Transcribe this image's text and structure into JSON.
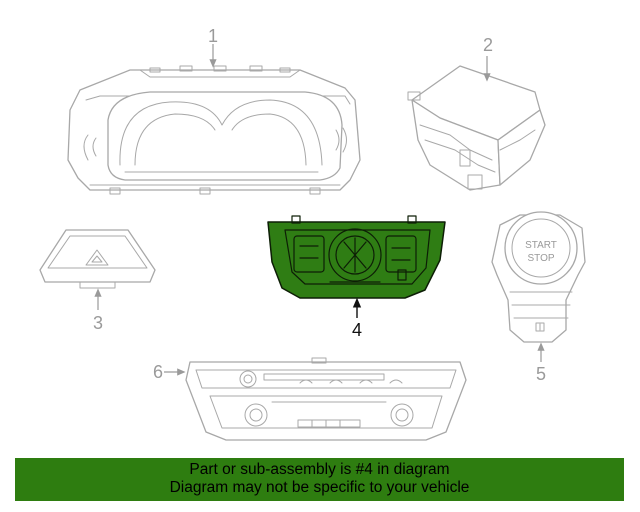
{
  "callouts": [
    "1",
    "2",
    "3",
    "4",
    "5",
    "6"
  ],
  "highlighted_callout": "4",
  "start_button": {
    "line1": "START",
    "line2": "STOP"
  },
  "banner": {
    "line1": "Part or sub-assembly is #4 in diagram",
    "line2": "Diagram may not be specific to your vehicle"
  },
  "colors": {
    "highlight": "#2f7d14",
    "banner": "#2e7d10",
    "outline": "#a8a8a8"
  }
}
